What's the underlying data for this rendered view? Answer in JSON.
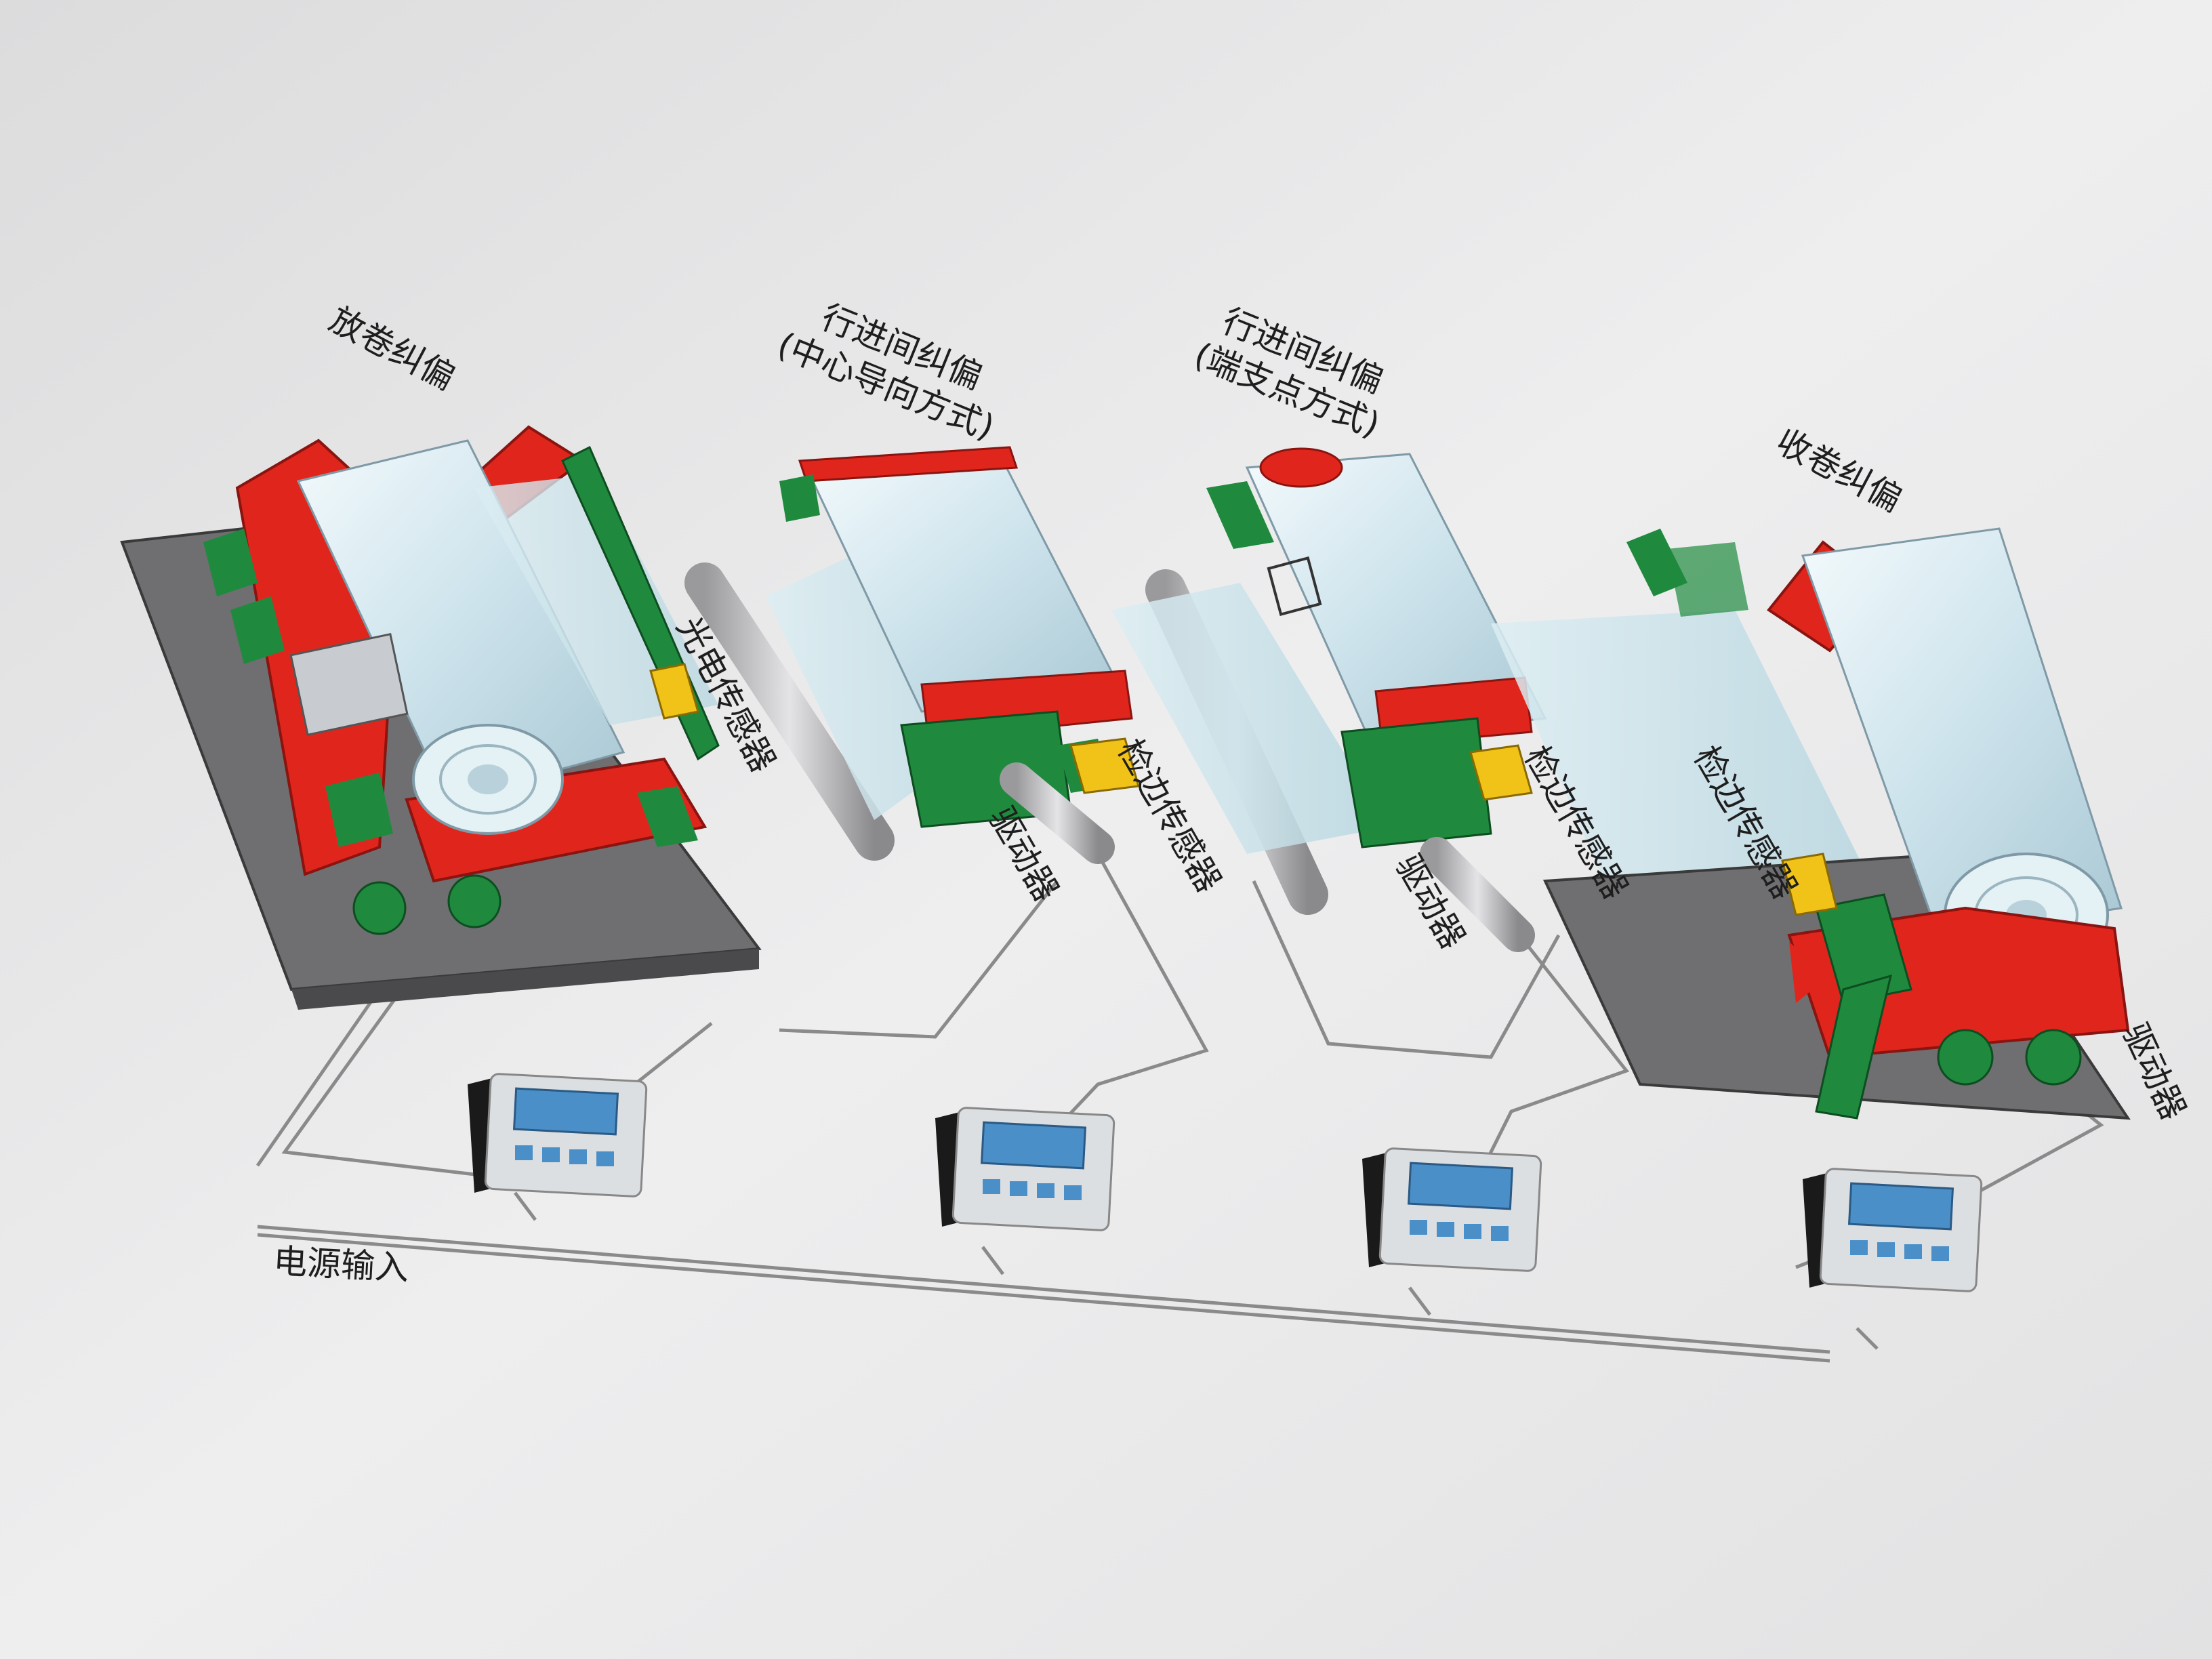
{
  "labels": {
    "unwind": "放卷纠偏",
    "mid_center_line1": "行进间纠偏",
    "mid_center_line2": "(中心导向方式)",
    "mid_end_line1": "行进间纠偏",
    "mid_end_line2": "(端支点方式)",
    "rewind": "收卷纠偏",
    "photo_sensor": "光电传感器",
    "edge_sensor": "检边传感器",
    "driver": "驱动器",
    "power_input": "电源输入"
  },
  "colors": {
    "frame_red": "#e0261c",
    "frame_green": "#1f8a3e",
    "film_blue": "#cfe6ee",
    "base_gray": "#6f6f71",
    "sensor_yellow": "#f1c318",
    "controller_body": "#dcdfe2",
    "controller_screen": "#4a8fc7",
    "wire": "#8a8a8a"
  },
  "icons": [
    "controller-unit-icon",
    "edge-sensor-icon",
    "photo-sensor-icon",
    "driver-motor-icon"
  ]
}
